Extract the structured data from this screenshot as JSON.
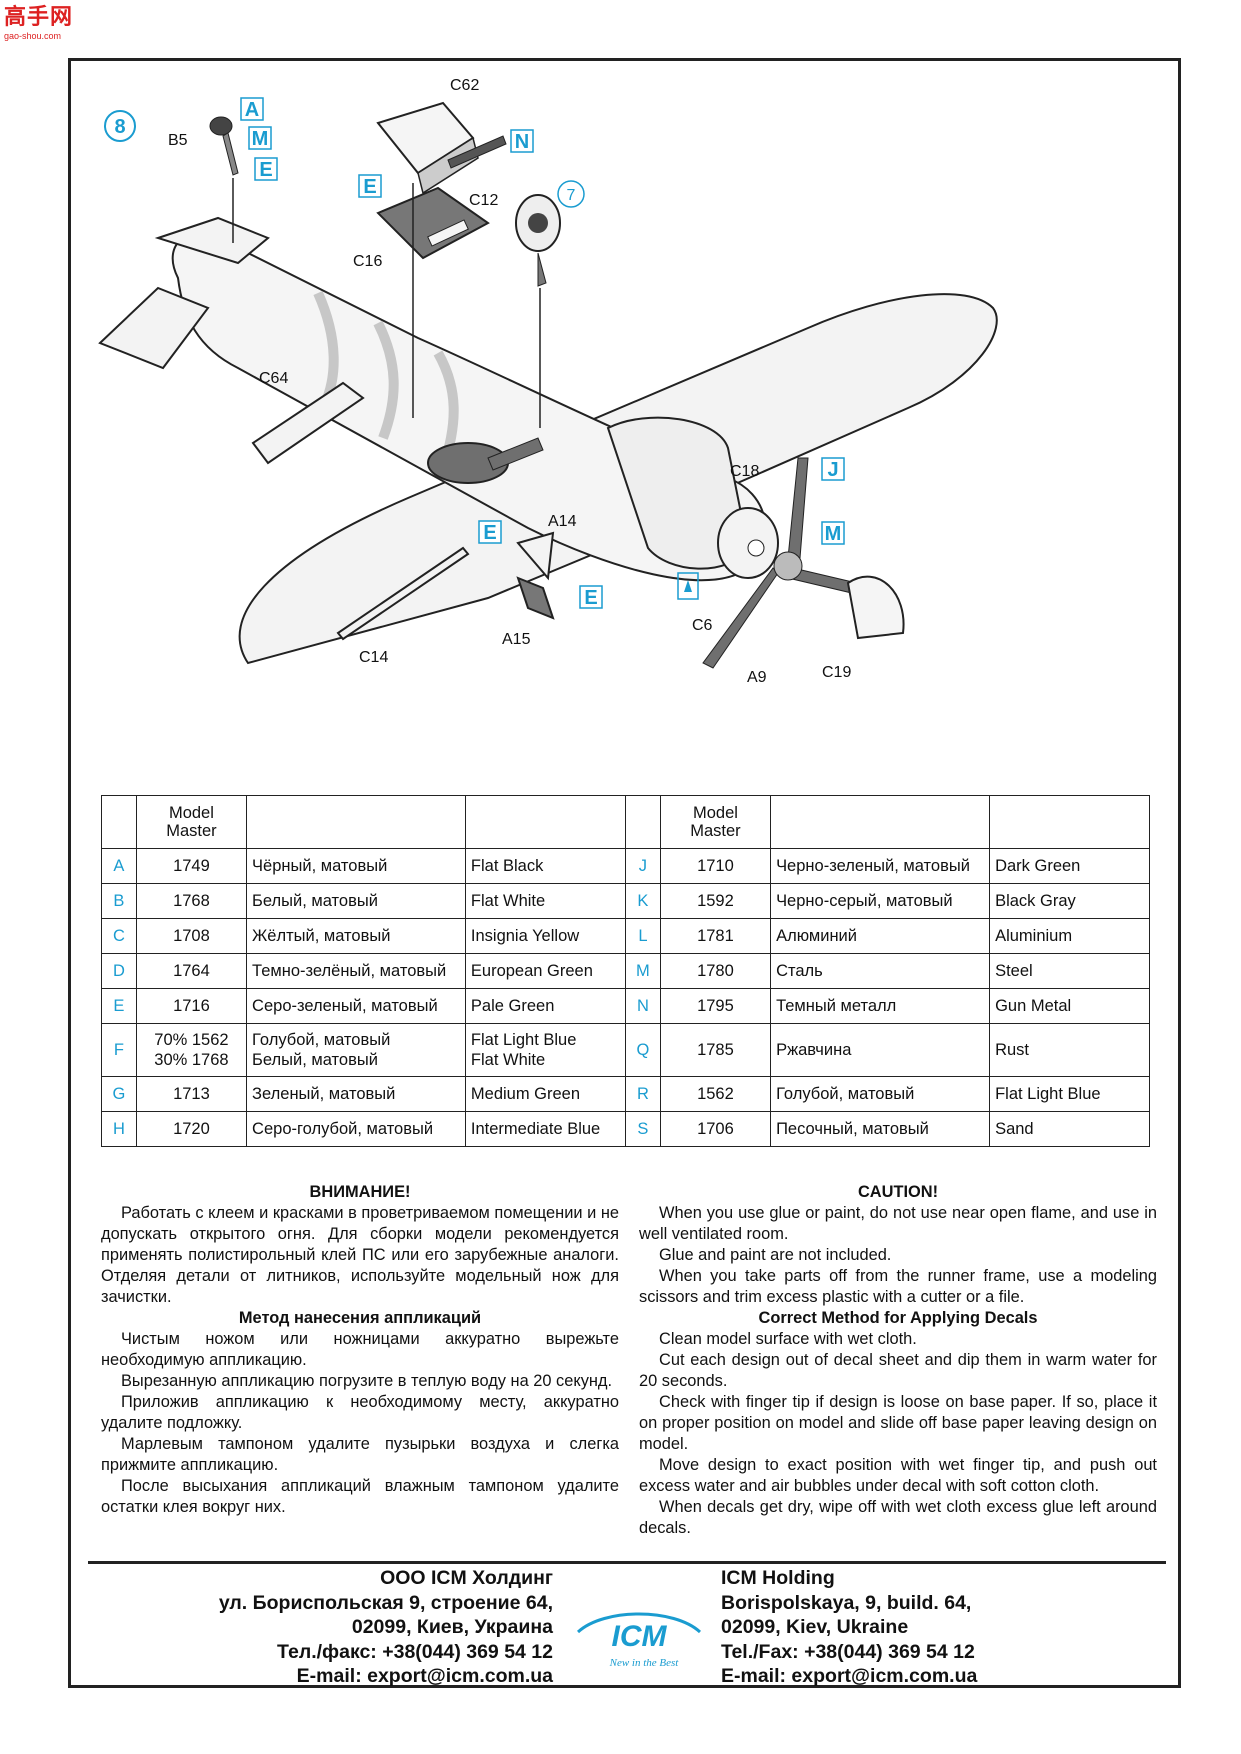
{
  "watermark": {
    "chars": "高手网",
    "url": "gao-shou.com"
  },
  "step": "8",
  "colors": {
    "accent": "#1a9cd0",
    "ink": "#111111",
    "shade": "#6f6f6f"
  },
  "parts": {
    "b5": "B5",
    "c62": "C62",
    "c12": "C12",
    "c16": "C16",
    "c64": "C64",
    "c14": "C14",
    "a14": "A14",
    "a15": "A15",
    "c18": "C18",
    "c6": "C6",
    "a9": "A9",
    "c19": "C19",
    "ref7": "7"
  },
  "callouts": {
    "a": "A",
    "m1": "M",
    "e1": "E",
    "e2": "E",
    "n": "N",
    "e3": "E",
    "e4": "E",
    "j": "J",
    "m2": "M"
  },
  "table": {
    "header": {
      "model_master": "Model\nMaster"
    },
    "left": [
      {
        "code": "A",
        "num": "1749",
        "ru": "Чёрный, матовый",
        "en": "Flat Black"
      },
      {
        "code": "B",
        "num": "1768",
        "ru": "Белый, матовый",
        "en": "Flat White"
      },
      {
        "code": "C",
        "num": "1708",
        "ru": "Жёлтый, матовый",
        "en": "Insignia Yellow"
      },
      {
        "code": "D",
        "num": "1764",
        "ru": "Темно-зелёный, матовый",
        "en": "European Green"
      },
      {
        "code": "E",
        "num": "1716",
        "ru": "Серо-зеленый, матовый",
        "en": "Pale Green"
      },
      {
        "code": "F",
        "num": "70% 1562\n30% 1768",
        "ru": "Голубой, матовый\nБелый, матовый",
        "en": "Flat Light Blue\nFlat White"
      },
      {
        "code": "G",
        "num": "1713",
        "ru": "Зеленый, матовый",
        "en": "Medium Green"
      },
      {
        "code": "H",
        "num": "1720",
        "ru": "Серо-голубой, матовый",
        "en": "Intermediate Blue"
      }
    ],
    "right": [
      {
        "code": "J",
        "num": "1710",
        "ru": "Черно-зеленый, матовый",
        "en": "Dark Green"
      },
      {
        "code": "K",
        "num": "1592",
        "ru": "Черно-серый, матовый",
        "en": "Black Gray"
      },
      {
        "code": "L",
        "num": "1781",
        "ru": "Алюминий",
        "en": "Aluminium"
      },
      {
        "code": "M",
        "num": "1780",
        "ru": "Сталь",
        "en": "Steel"
      },
      {
        "code": "N",
        "num": "1795",
        "ru": "Темный металл",
        "en": "Gun Metal"
      },
      {
        "code": "Q",
        "num": "1785",
        "ru": "Ржавчина",
        "en": "Rust"
      },
      {
        "code": "R",
        "num": "1562",
        "ru": "Голубой, матовый",
        "en": "Flat Light Blue"
      },
      {
        "code": "S",
        "num": "1706",
        "ru": "Песочный, матовый",
        "en": "Sand"
      }
    ]
  },
  "ru_text": {
    "caution_title": "ВНИМАНИЕ!",
    "caution_p1": "Работать с клеем и красками в проветриваемом помещении и не допускать открытого огня. Для сборки модели рекомендуется применять полистирольный клей ПС или его зарубежные аналоги. Отделяя детали от литников, используйте модельный нож для зачистки.",
    "decal_title": "Метод нанесения аппликаций",
    "decal_p1": "Чистым ножом или ножницами аккуратно вырежьте необходимую аппликацию.",
    "decal_p2": "Вырезанную аппликацию погрузите в теплую воду на 20 секунд.",
    "decal_p3": "Приложив аппликацию к необходимому месту, аккуратно удалите подложку.",
    "decal_p4": "Марлевым тампоном удалите пузырьки воздуха и слегка прижмите аппликацию.",
    "decal_p5": "После высыхания аппликаций влажным тампоном удалите остатки клея вокруг них."
  },
  "en_text": {
    "caution_title": "CAUTION!",
    "caution_p1": "When you use glue or paint, do not use near open flame, and use in well ventilated room.",
    "caution_p2": "Glue and paint are not included.",
    "caution_p3": "When you take parts off from the runner frame, use a modeling scissors and trim excess plastic with a cutter or a file.",
    "decal_title": "Correct Method for Applying Decals",
    "decal_p1": "Clean model surface with wet cloth.",
    "decal_p2": "Cut each design out of decal sheet and dip them in warm water for 20 seconds.",
    "decal_p3": "Check with finger tip if design is loose on base paper. If so, place it on proper position on model and slide off base paper leaving design on model.",
    "decal_p4": "Move design to exact position with wet finger tip, and push out excess water and air bubbles under decal with soft cotton cloth.",
    "decal_p5": "When decals get dry, wipe off with wet cloth excess glue left around decals."
  },
  "footer": {
    "ru": {
      "company": "ООО ICM Холдинг",
      "street": "ул. Бориспольская 9, строение 64,",
      "city": "02099, Киев, Украина",
      "phone": "Тел./факс: +38(044) 369 54 12",
      "email": "E-mail: export@icm.com.ua"
    },
    "en": {
      "company": "ICM Holding",
      "street": "Borispolskaya, 9, build. 64,",
      "city": "02099, Kiev, Ukraine",
      "phone": "Tel./Fax: +38(044) 369 54 12",
      "email": "E-mail: export@icm.com.ua"
    },
    "logo": {
      "brand": "ICM",
      "tagline": "New in the Best"
    }
  }
}
